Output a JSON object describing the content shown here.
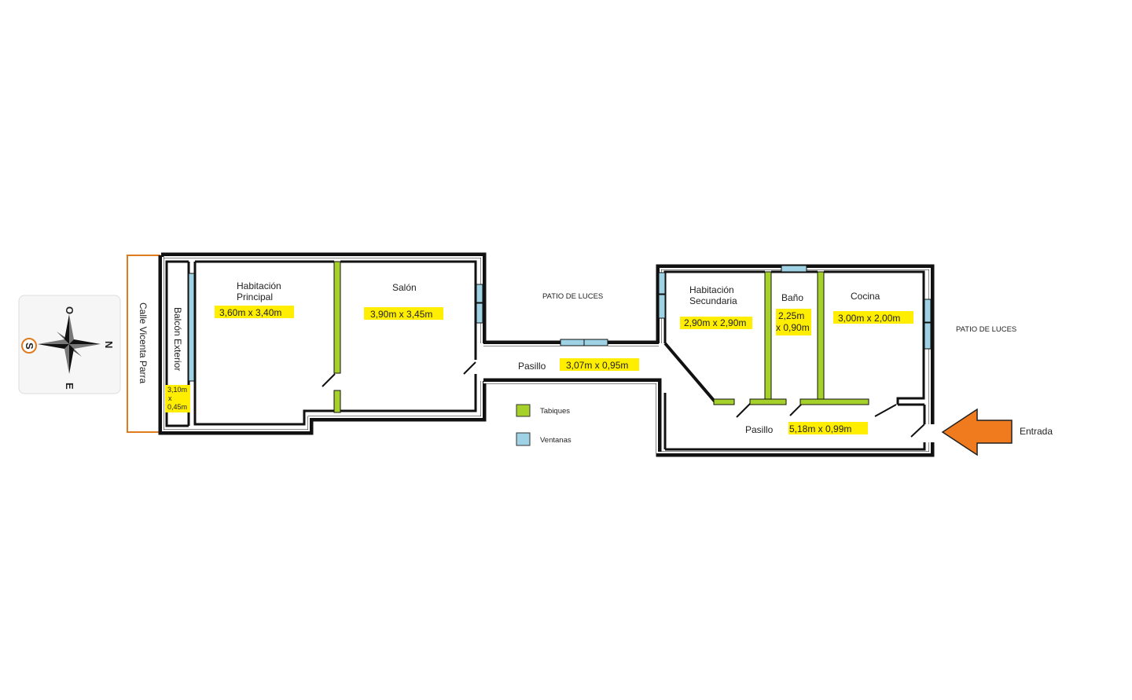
{
  "rooms": {
    "habitacion_principal": {
      "name_line1": "Habitación",
      "name_line2": "Principal",
      "dims": "3,60m x 3,40m"
    },
    "salon": {
      "name": "Salón",
      "dims": "3,90m x 3,45m"
    },
    "pasillo_1": {
      "name": "Pasillo",
      "dims": "3,07m x 0,95m"
    },
    "habitacion_secundaria": {
      "name_line1": "Habitación",
      "name_line2": "Secundaria",
      "dims": "2,90m x 2,90m"
    },
    "bano": {
      "name": "Baño",
      "dims_line1": "2,25m",
      "dims_line2": "x 0,90m"
    },
    "cocina": {
      "name": "Cocina",
      "dims": "3,00m x 2,00m"
    },
    "pasillo_2": {
      "name": "Pasillo",
      "dims": "5,18m x 0,99m"
    },
    "balcon": {
      "name": "Balcón Exterior",
      "dims_line1": "3,10m",
      "dims_line2": "x",
      "dims_line3": "0,45m"
    }
  },
  "street": "Calle Vicenta Parra",
  "patio_left": "PATIO DE LUCES",
  "patio_right": "PATIO DE LUCES",
  "entrance": "Entrada",
  "legend": {
    "tabiques": "Tabiques",
    "ventanas": "Ventanas"
  },
  "compass": {
    "north": "N",
    "south": "S",
    "east": "E",
    "west": "O"
  },
  "colors": {
    "wall": "#111111",
    "partition": "#a6d12b",
    "window": "#9fd2e4",
    "highlight": "#ffee00",
    "street_border": "#e07b20",
    "arrow": "#f07a1e"
  }
}
